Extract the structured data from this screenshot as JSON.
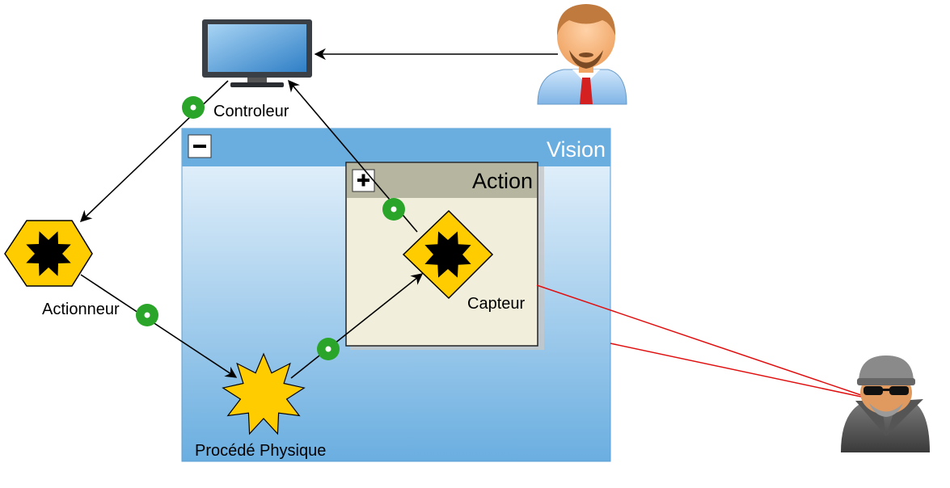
{
  "diagram": {
    "groups": {
      "vision": {
        "title": "Vision",
        "toggle_symbol": "−",
        "state": "expanded"
      },
      "action": {
        "title": "Action",
        "toggle_symbol": "+",
        "state": "collapsed"
      }
    },
    "nodes": {
      "controleur": {
        "label": "Controleur",
        "icon": "monitor-icon"
      },
      "actionneur": {
        "label": "Actionneur",
        "icon": "hexagon-burst-icon"
      },
      "procede": {
        "label": "Procédé Physique",
        "icon": "starburst-icon"
      },
      "capteur": {
        "label": "Capteur",
        "icon": "diamond-burst-icon"
      },
      "operator": {
        "icon": "man-avatar-icon"
      },
      "attacker": {
        "icon": "spy-avatar-icon"
      }
    },
    "edges": [
      {
        "from": "operator",
        "to": "controleur"
      },
      {
        "from": "controleur",
        "to": "actionneur"
      },
      {
        "from": "actionneur",
        "to": "procede"
      },
      {
        "from": "procede",
        "to": "capteur"
      },
      {
        "from": "capteur",
        "to": "controleur"
      }
    ],
    "colors": {
      "vision_header": "#6aaee0",
      "vision_body_top": "#eef6fd",
      "vision_body_bottom": "#6aaee0",
      "action_header": "#b6b6a0",
      "action_body": "#f1eedb",
      "node_yellow": "#ffcc00",
      "connector_green": "#2aa52a",
      "attack_line": "#e01010"
    }
  }
}
